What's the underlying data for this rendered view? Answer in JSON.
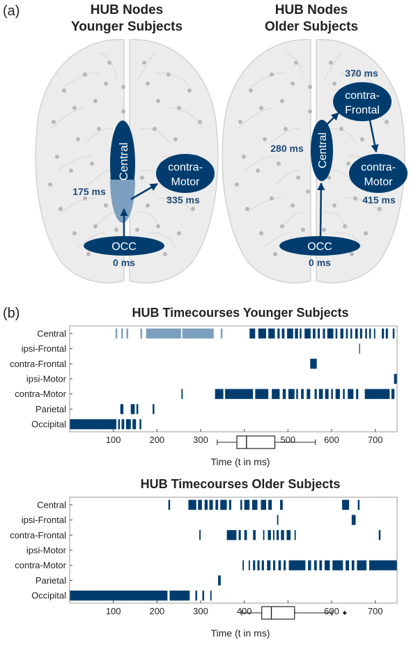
{
  "panel_a": {
    "label": "(a)",
    "younger": {
      "title_line1": "HUB Nodes",
      "title_line2": "Younger Subjects",
      "nodes": {
        "central": "Central",
        "motor_line1": "contra-",
        "motor_line2": "Motor",
        "occ": "OCC"
      },
      "times": {
        "central": "175 ms",
        "motor": "335 ms",
        "occ": "0 ms"
      }
    },
    "older": {
      "title_line1": "HUB Nodes",
      "title_line2": "Older Subjects",
      "nodes": {
        "central": "Central",
        "frontal_line1": "contra-",
        "frontal_line2": "Frontal",
        "motor_line1": "contra-",
        "motor_line2": "Motor",
        "occ": "OCC"
      },
      "times": {
        "frontal": "370 ms",
        "central": "280 ms",
        "motor": "415 ms",
        "occ": "0 ms"
      }
    }
  },
  "panel_b": {
    "label": "(b)"
  },
  "colors": {
    "dark": "#003d6e",
    "light": "#7d9fbf",
    "brain": "#ececec",
    "brain_edge": "#d2d2d2",
    "electrode": "#b8b8b8"
  },
  "chart_data": [
    {
      "type": "timeline",
      "title": "HUB Timecourses Younger Subjects",
      "xlabel": "Time (t in ms)",
      "xlim": [
        0,
        750
      ],
      "xticks": [
        100,
        200,
        300,
        400,
        500,
        600,
        700
      ],
      "rows": [
        "Central",
        "ipsi-Frontal",
        "contra-Frontal",
        "ipsi-Motor",
        "contra-Motor",
        "Parietal",
        "Occipital"
      ],
      "intervals": {
        "Central": [
          [
            105,
            109,
            "light"
          ],
          [
            118,
            122,
            "light"
          ],
          [
            130,
            134,
            "light"
          ],
          [
            162,
            166,
            "light"
          ],
          [
            175,
            255,
            "light"
          ],
          [
            258,
            330,
            "light"
          ],
          [
            346,
            350,
            "light"
          ],
          [
            412,
            425,
            "dark"
          ],
          [
            432,
            450,
            "dark"
          ],
          [
            455,
            470,
            "dark"
          ],
          [
            476,
            481,
            "dark"
          ],
          [
            486,
            492,
            "dark"
          ],
          [
            498,
            512,
            "dark"
          ],
          [
            516,
            523,
            "dark"
          ],
          [
            527,
            531,
            "dark"
          ],
          [
            538,
            552,
            "dark"
          ],
          [
            557,
            563,
            "dark"
          ],
          [
            568,
            573,
            "dark"
          ],
          [
            580,
            585,
            "dark"
          ],
          [
            590,
            604,
            "dark"
          ],
          [
            609,
            613,
            "dark"
          ],
          [
            620,
            627,
            "dark"
          ],
          [
            633,
            637,
            "dark"
          ],
          [
            643,
            647,
            "dark"
          ],
          [
            654,
            660,
            "dark"
          ],
          [
            665,
            670,
            "dark"
          ],
          [
            677,
            681,
            "dark"
          ],
          [
            686,
            690,
            "dark"
          ],
          [
            697,
            700,
            "dark"
          ],
          [
            715,
            720,
            "dark"
          ],
          [
            724,
            729,
            "dark"
          ],
          [
            740,
            744,
            "dark"
          ]
        ],
        "ipsi-Frontal": [
          [
            663,
            665,
            "dark"
          ]
        ],
        "contra-Frontal": [
          [
            551,
            566,
            "dark"
          ]
        ],
        "ipsi-Motor": [
          [
            743,
            750,
            "dark"
          ]
        ],
        "contra-Motor": [
          [
            256,
            259,
            "dark"
          ],
          [
            333,
            352,
            "dark"
          ],
          [
            356,
            420,
            "dark"
          ],
          [
            425,
            455,
            "dark"
          ],
          [
            463,
            481,
            "dark"
          ],
          [
            488,
            495,
            "dark"
          ],
          [
            501,
            515,
            "dark"
          ],
          [
            519,
            523,
            "dark"
          ],
          [
            530,
            536,
            "dark"
          ],
          [
            543,
            551,
            "dark"
          ],
          [
            561,
            566,
            "dark"
          ],
          [
            571,
            580,
            "dark"
          ],
          [
            585,
            593,
            "dark"
          ],
          [
            599,
            603,
            "dark"
          ],
          [
            609,
            619,
            "dark"
          ],
          [
            626,
            630,
            "dark"
          ],
          [
            637,
            650,
            "dark"
          ],
          [
            656,
            661,
            "dark"
          ],
          [
            676,
            733,
            "dark"
          ],
          [
            737,
            744,
            "dark"
          ]
        ],
        "Parietal": [
          [
            116,
            123,
            "dark"
          ],
          [
            140,
            149,
            "dark"
          ],
          [
            153,
            157,
            "dark"
          ],
          [
            190,
            194,
            "dark"
          ]
        ],
        "Occipital": [
          [
            0,
            107,
            "dark"
          ],
          [
            111,
            115,
            "dark"
          ],
          [
            119,
            125,
            "dark"
          ],
          [
            129,
            140,
            "dark"
          ],
          [
            144,
            152,
            "dark"
          ],
          [
            160,
            164,
            "dark"
          ]
        ]
      },
      "boxplot": {
        "whisker_low": 338,
        "q1": 383,
        "median": 405,
        "q3": 470,
        "whisker_high": 563,
        "outliers": []
      }
    },
    {
      "type": "timeline",
      "title": "HUB Timecourses Older Subjects",
      "xlabel": "Time (t in ms)",
      "xlim": [
        0,
        750
      ],
      "xticks": [
        100,
        200,
        300,
        400,
        500,
        600,
        700
      ],
      "rows": [
        "Central",
        "ipsi-Frontal",
        "contra-Frontal",
        "ipsi-Motor",
        "contra-Motor",
        "Parietal",
        "Occipital"
      ],
      "intervals": {
        "Central": [
          [
            226,
            230,
            "dark"
          ],
          [
            272,
            290,
            "dark"
          ],
          [
            294,
            303,
            "dark"
          ],
          [
            309,
            316,
            "dark"
          ],
          [
            320,
            328,
            "dark"
          ],
          [
            334,
            340,
            "dark"
          ],
          [
            345,
            360,
            "dark"
          ],
          [
            365,
            370,
            "dark"
          ],
          [
            391,
            395,
            "dark"
          ],
          [
            400,
            412,
            "dark"
          ],
          [
            418,
            430,
            "dark"
          ],
          [
            438,
            450,
            "dark"
          ],
          [
            455,
            463,
            "dark"
          ],
          [
            482,
            488,
            "dark"
          ],
          [
            624,
            640,
            "dark"
          ],
          [
            660,
            664,
            "dark"
          ]
        ],
        "ipsi-Frontal": [
          [
            475,
            478,
            "dark"
          ],
          [
            646,
            655,
            "dark"
          ]
        ],
        "contra-Frontal": [
          [
            297,
            300,
            "dark"
          ],
          [
            360,
            382,
            "dark"
          ],
          [
            387,
            392,
            "dark"
          ],
          [
            400,
            406,
            "dark"
          ],
          [
            420,
            426,
            "dark"
          ],
          [
            443,
            446,
            "dark"
          ],
          [
            454,
            461,
            "dark"
          ],
          [
            466,
            469,
            "dark"
          ],
          [
            474,
            479,
            "dark"
          ],
          [
            484,
            491,
            "dark"
          ],
          [
            497,
            506,
            "dark"
          ],
          [
            515,
            518,
            "dark"
          ],
          [
            708,
            712,
            "dark"
          ]
        ],
        "ipsi-Motor": [],
        "contra-Motor": [
          [
            396,
            399,
            "dark"
          ],
          [
            410,
            413,
            "dark"
          ],
          [
            420,
            425,
            "dark"
          ],
          [
            430,
            435,
            "dark"
          ],
          [
            440,
            445,
            "dark"
          ],
          [
            452,
            460,
            "dark"
          ],
          [
            466,
            471,
            "dark"
          ],
          [
            478,
            484,
            "dark"
          ],
          [
            490,
            495,
            "dark"
          ],
          [
            502,
            540,
            "dark"
          ],
          [
            546,
            553,
            "dark"
          ],
          [
            560,
            566,
            "dark"
          ],
          [
            572,
            578,
            "dark"
          ],
          [
            584,
            596,
            "dark"
          ],
          [
            602,
            626,
            "dark"
          ],
          [
            632,
            640,
            "dark"
          ],
          [
            646,
            652,
            "dark"
          ],
          [
            658,
            680,
            "dark"
          ],
          [
            686,
            750,
            "dark"
          ]
        ],
        "Parietal": [
          [
            340,
            346,
            "dark"
          ]
        ],
        "Occipital": [
          [
            0,
            224,
            "dark"
          ],
          [
            229,
            275,
            "dark"
          ],
          [
            288,
            292,
            "dark"
          ],
          [
            304,
            308,
            "dark"
          ],
          [
            322,
            325,
            "dark"
          ]
        ]
      },
      "boxplot": {
        "whisker_low": 394,
        "q1": 440,
        "median": 462,
        "q3": 515,
        "whisker_high": 601,
        "outliers": [
          630
        ]
      }
    }
  ]
}
